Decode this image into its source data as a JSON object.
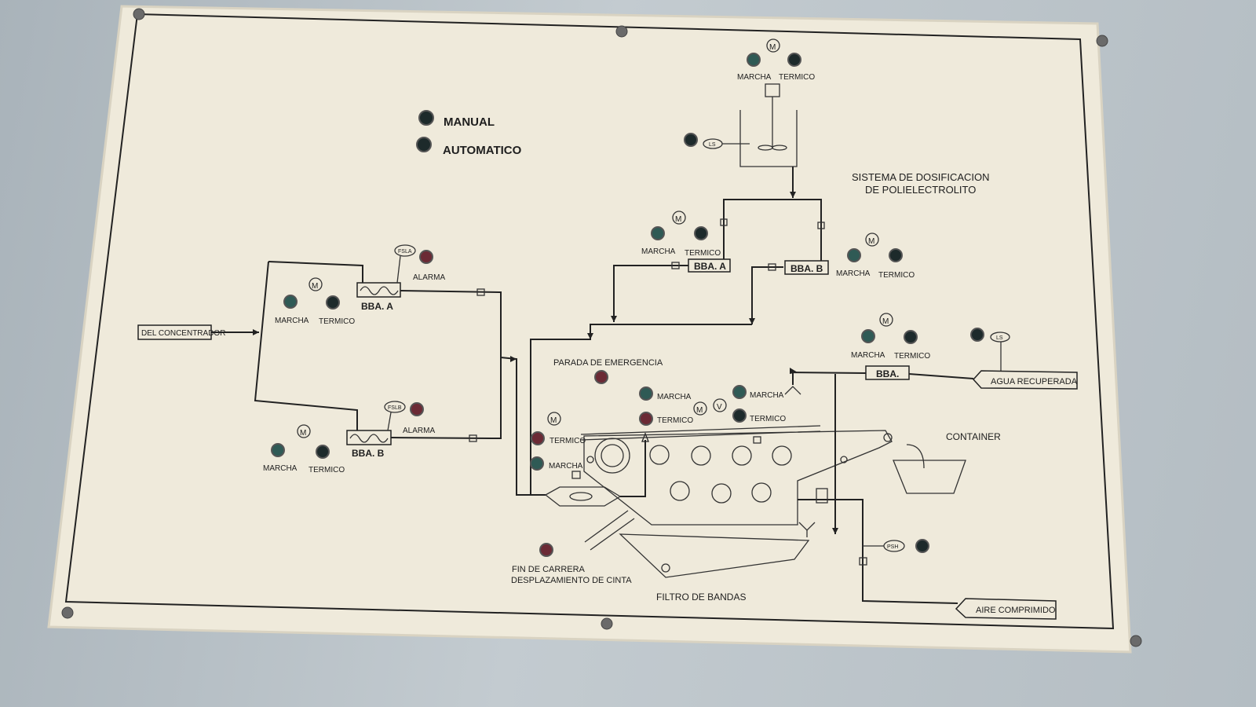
{
  "colors": {
    "panel": "#efeadb",
    "line": "#222222",
    "lamp_green": "#2f5a55",
    "lamp_dark": "#1d2a2b",
    "lamp_red": "#6b2a35"
  },
  "mode": {
    "manual": "MANUAL",
    "automatico": "AUTOMATICO"
  },
  "title": {
    "line1": "SISTEMA DE DOSIFICACION",
    "line2": "DE POLIELECTROLITO"
  },
  "motor_symbol": "M",
  "valve_symbol": "V",
  "labels": {
    "marcha": "MARCHA",
    "termico": "TERMICO",
    "alarma": "ALARMA",
    "del_concentrador": "DEL CONCENTRADOR",
    "bba_a": "BBA. A",
    "bba_b": "BBA. B",
    "bba": "BBA.",
    "parada": "PARADA DE EMERGENCIA",
    "fin1": "FIN DE CARRERA",
    "fin2": "DESPLAZAMIENTO DE CINTA",
    "filtro": "FILTRO DE BANDAS",
    "container": "CONTAINER",
    "agua": "AGUA RECUPERADA",
    "aire": "AIRE COMPRIMIDO",
    "fsla": "FSLA",
    "fslb": "FSLB",
    "ls": "LS",
    "psh": "PSH"
  }
}
